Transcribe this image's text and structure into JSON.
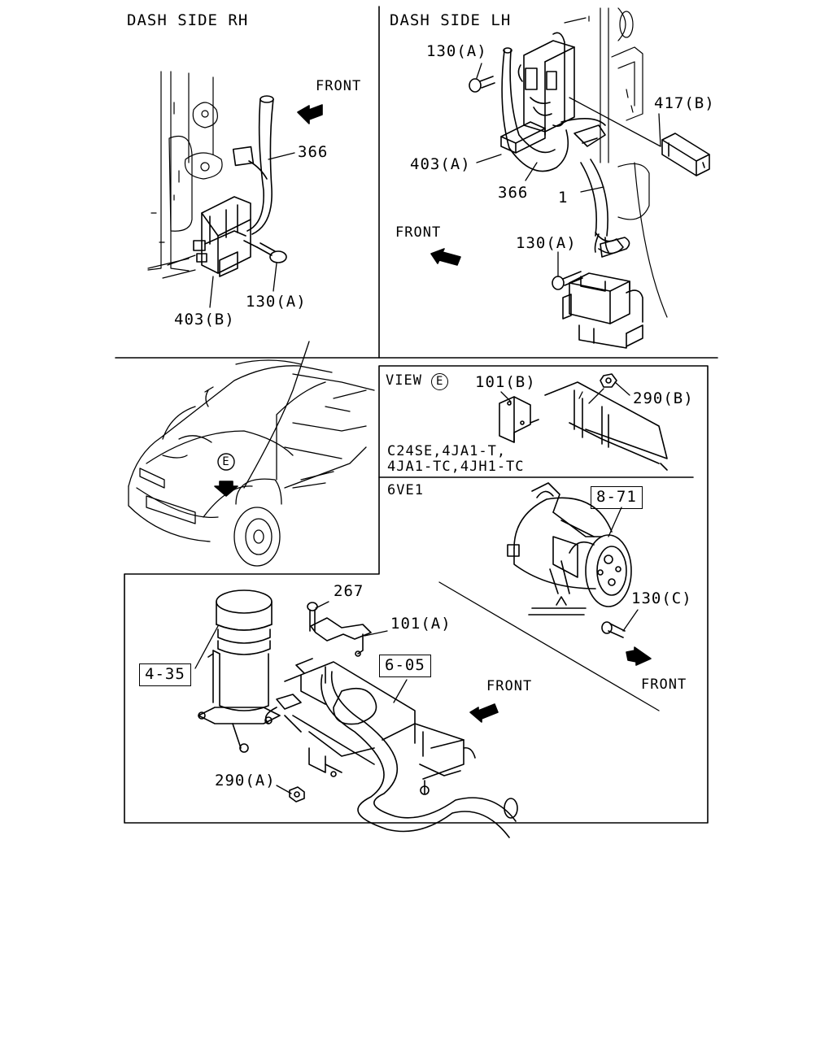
{
  "panels": {
    "dash_rh": {
      "title": "DASH SIDE RH",
      "front": "FRONT",
      "callouts": {
        "wire": "366",
        "bolt": "130(A)",
        "connector": "403(B)"
      }
    },
    "dash_lh": {
      "title": "DASH SIDE LH",
      "front": "FRONT",
      "callouts": {
        "bolt_top": "130(A)",
        "module": "417(B)",
        "connector": "403(A)",
        "wire": "366",
        "harness": "1",
        "bolt_bottom": "130(A)"
      }
    },
    "view_e": {
      "title": "VIEW",
      "view_letter": "E",
      "callouts": {
        "bracket": "101(B)",
        "nut": "290(B)"
      },
      "engines_line1": "C24SE,4JA1-T,",
      "engines_line2": "4JA1-TC,4JH1-TC"
    },
    "six_ve1": {
      "title": "6VE1",
      "callouts": {
        "ref": "8-71",
        "bolt": "130(C)"
      },
      "front": "FRONT"
    },
    "vehicle": {
      "marker": "E"
    },
    "lower": {
      "callouts": {
        "bolt": "267",
        "bracket": "101(A)",
        "ref_canister": "4-35",
        "ref_body": "6-05",
        "nut": "290(A)"
      },
      "front": "FRONT"
    }
  }
}
